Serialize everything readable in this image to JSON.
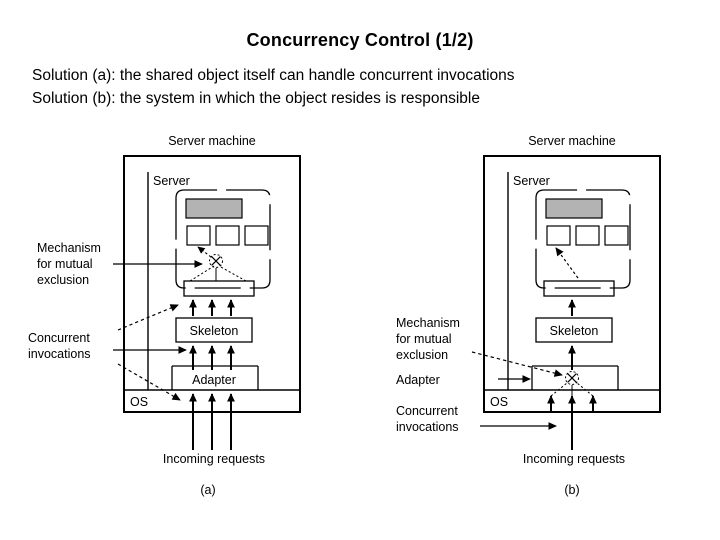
{
  "slide": {
    "title": "Concurrency Control (1/2)",
    "bullets": [
      "Solution (a): the shared object itself can handle concurrent invocations",
      "Solution (b): the system in which the object resides is responsible"
    ]
  },
  "colors": {
    "background": "#ffffff",
    "ink": "#000000",
    "object_state_fill": "#b3b3b3"
  },
  "figures": [
    {
      "id": "a",
      "caption": "(a)",
      "machine_label": "Server machine",
      "server_label": "Server",
      "os_label": "OS",
      "skeleton_label": "Skeleton",
      "adapter_label": "Adapter",
      "incoming_label": "Incoming requests",
      "annotations": [
        {
          "name": "mechanism-for-mutual-exclusion",
          "lines": [
            "Mechanism",
            "for mutual",
            "exclusion"
          ]
        },
        {
          "name": "concurrent-invocations",
          "lines": [
            "Concurrent",
            "invocations"
          ]
        }
      ],
      "lock_location": "inside-server-object",
      "request_threads": 3
    },
    {
      "id": "b",
      "caption": "(b)",
      "machine_label": "Server machine",
      "server_label": "Server",
      "os_label": "OS",
      "skeleton_label": "Skeleton",
      "adapter_label": "Adapter",
      "incoming_label": "Incoming requests",
      "annotations": [
        {
          "name": "mechanism-for-mutual-exclusion",
          "lines": [
            "Mechanism",
            "for mutual",
            "exclusion"
          ]
        },
        {
          "name": "concurrent-invocations",
          "lines": [
            "Concurrent",
            "invocations"
          ]
        }
      ],
      "lock_location": "adapter-os-boundary",
      "request_threads": 3
    }
  ]
}
